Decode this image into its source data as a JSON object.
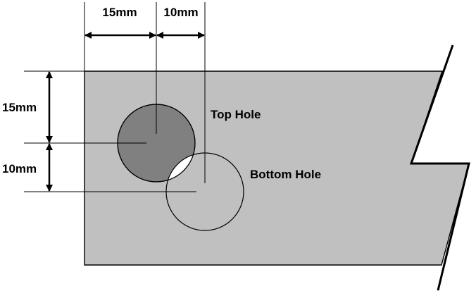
{
  "colors": {
    "background": "#ffffff",
    "plate_fill": "#c0c0c0",
    "plate_stroke": "#000000",
    "top_hole_fill": "#808080",
    "overlap_fill": "#ffffff",
    "line": "#000000"
  },
  "dimensions": {
    "top_horizontal_1": "15mm",
    "top_horizontal_2": "10mm",
    "left_vertical_1": "15mm",
    "left_vertical_2": "10mm"
  },
  "labels": {
    "top_hole": "Top Hole",
    "bottom_hole": "Bottom Hole"
  }
}
